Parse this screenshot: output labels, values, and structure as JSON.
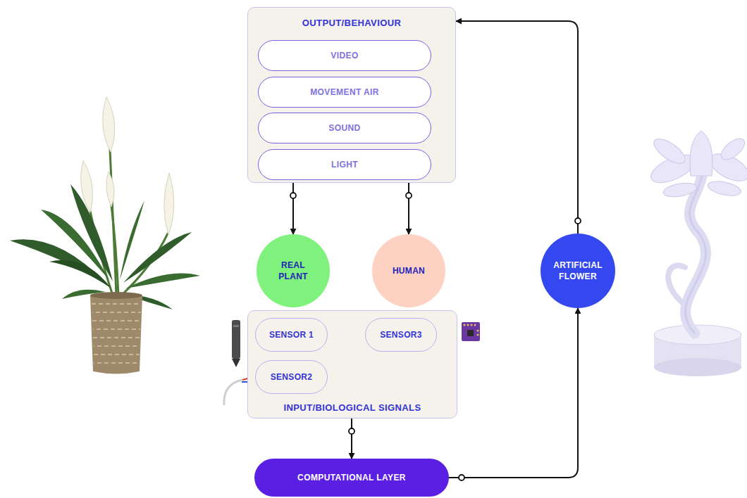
{
  "diagram": {
    "nodes": [
      {
        "text": [
          "OUTPUT/BEHAVIOUR"
        ]
      },
      {
        "text": [
          "VIDEO"
        ],
        "in": 0
      },
      {
        "text": [
          "MOVEMENT AIR"
        ],
        "in": 0
      },
      {
        "text": [
          "SOUND"
        ],
        "in": 0
      },
      {
        "text": [
          "LIGHT"
        ],
        "in": 0
      },
      {
        "text": [
          "REAL PLANT"
        ]
      },
      {
        "text": [
          "HUMAN"
        ]
      },
      {
        "text": [
          "ARTIFICIAL FLOWER"
        ]
      },
      {
        "text": [
          "INPUT/BIOLOGICAL SIGNALS"
        ]
      },
      {
        "text": [
          "SENSOR 1"
        ],
        "in": 8
      },
      {
        "text": [
          "SENSOR3"
        ],
        "in": 8
      },
      {
        "text": [
          "SENSOR2"
        ],
        "in": 8
      },
      {
        "text": [
          "COMPUTATIONAL LAYER"
        ]
      }
    ],
    "edges": [
      {
        "from": 0,
        "to": 5,
        "arrow": "to"
      },
      {
        "from": 0,
        "to": 6,
        "arrow": "to"
      },
      {
        "from": 8,
        "to": 12,
        "arrow": "to"
      },
      {
        "from": 12,
        "to": 7,
        "arrow": "to"
      },
      {
        "from": 7,
        "to": 0,
        "arrow": "to"
      }
    ]
  }
}
